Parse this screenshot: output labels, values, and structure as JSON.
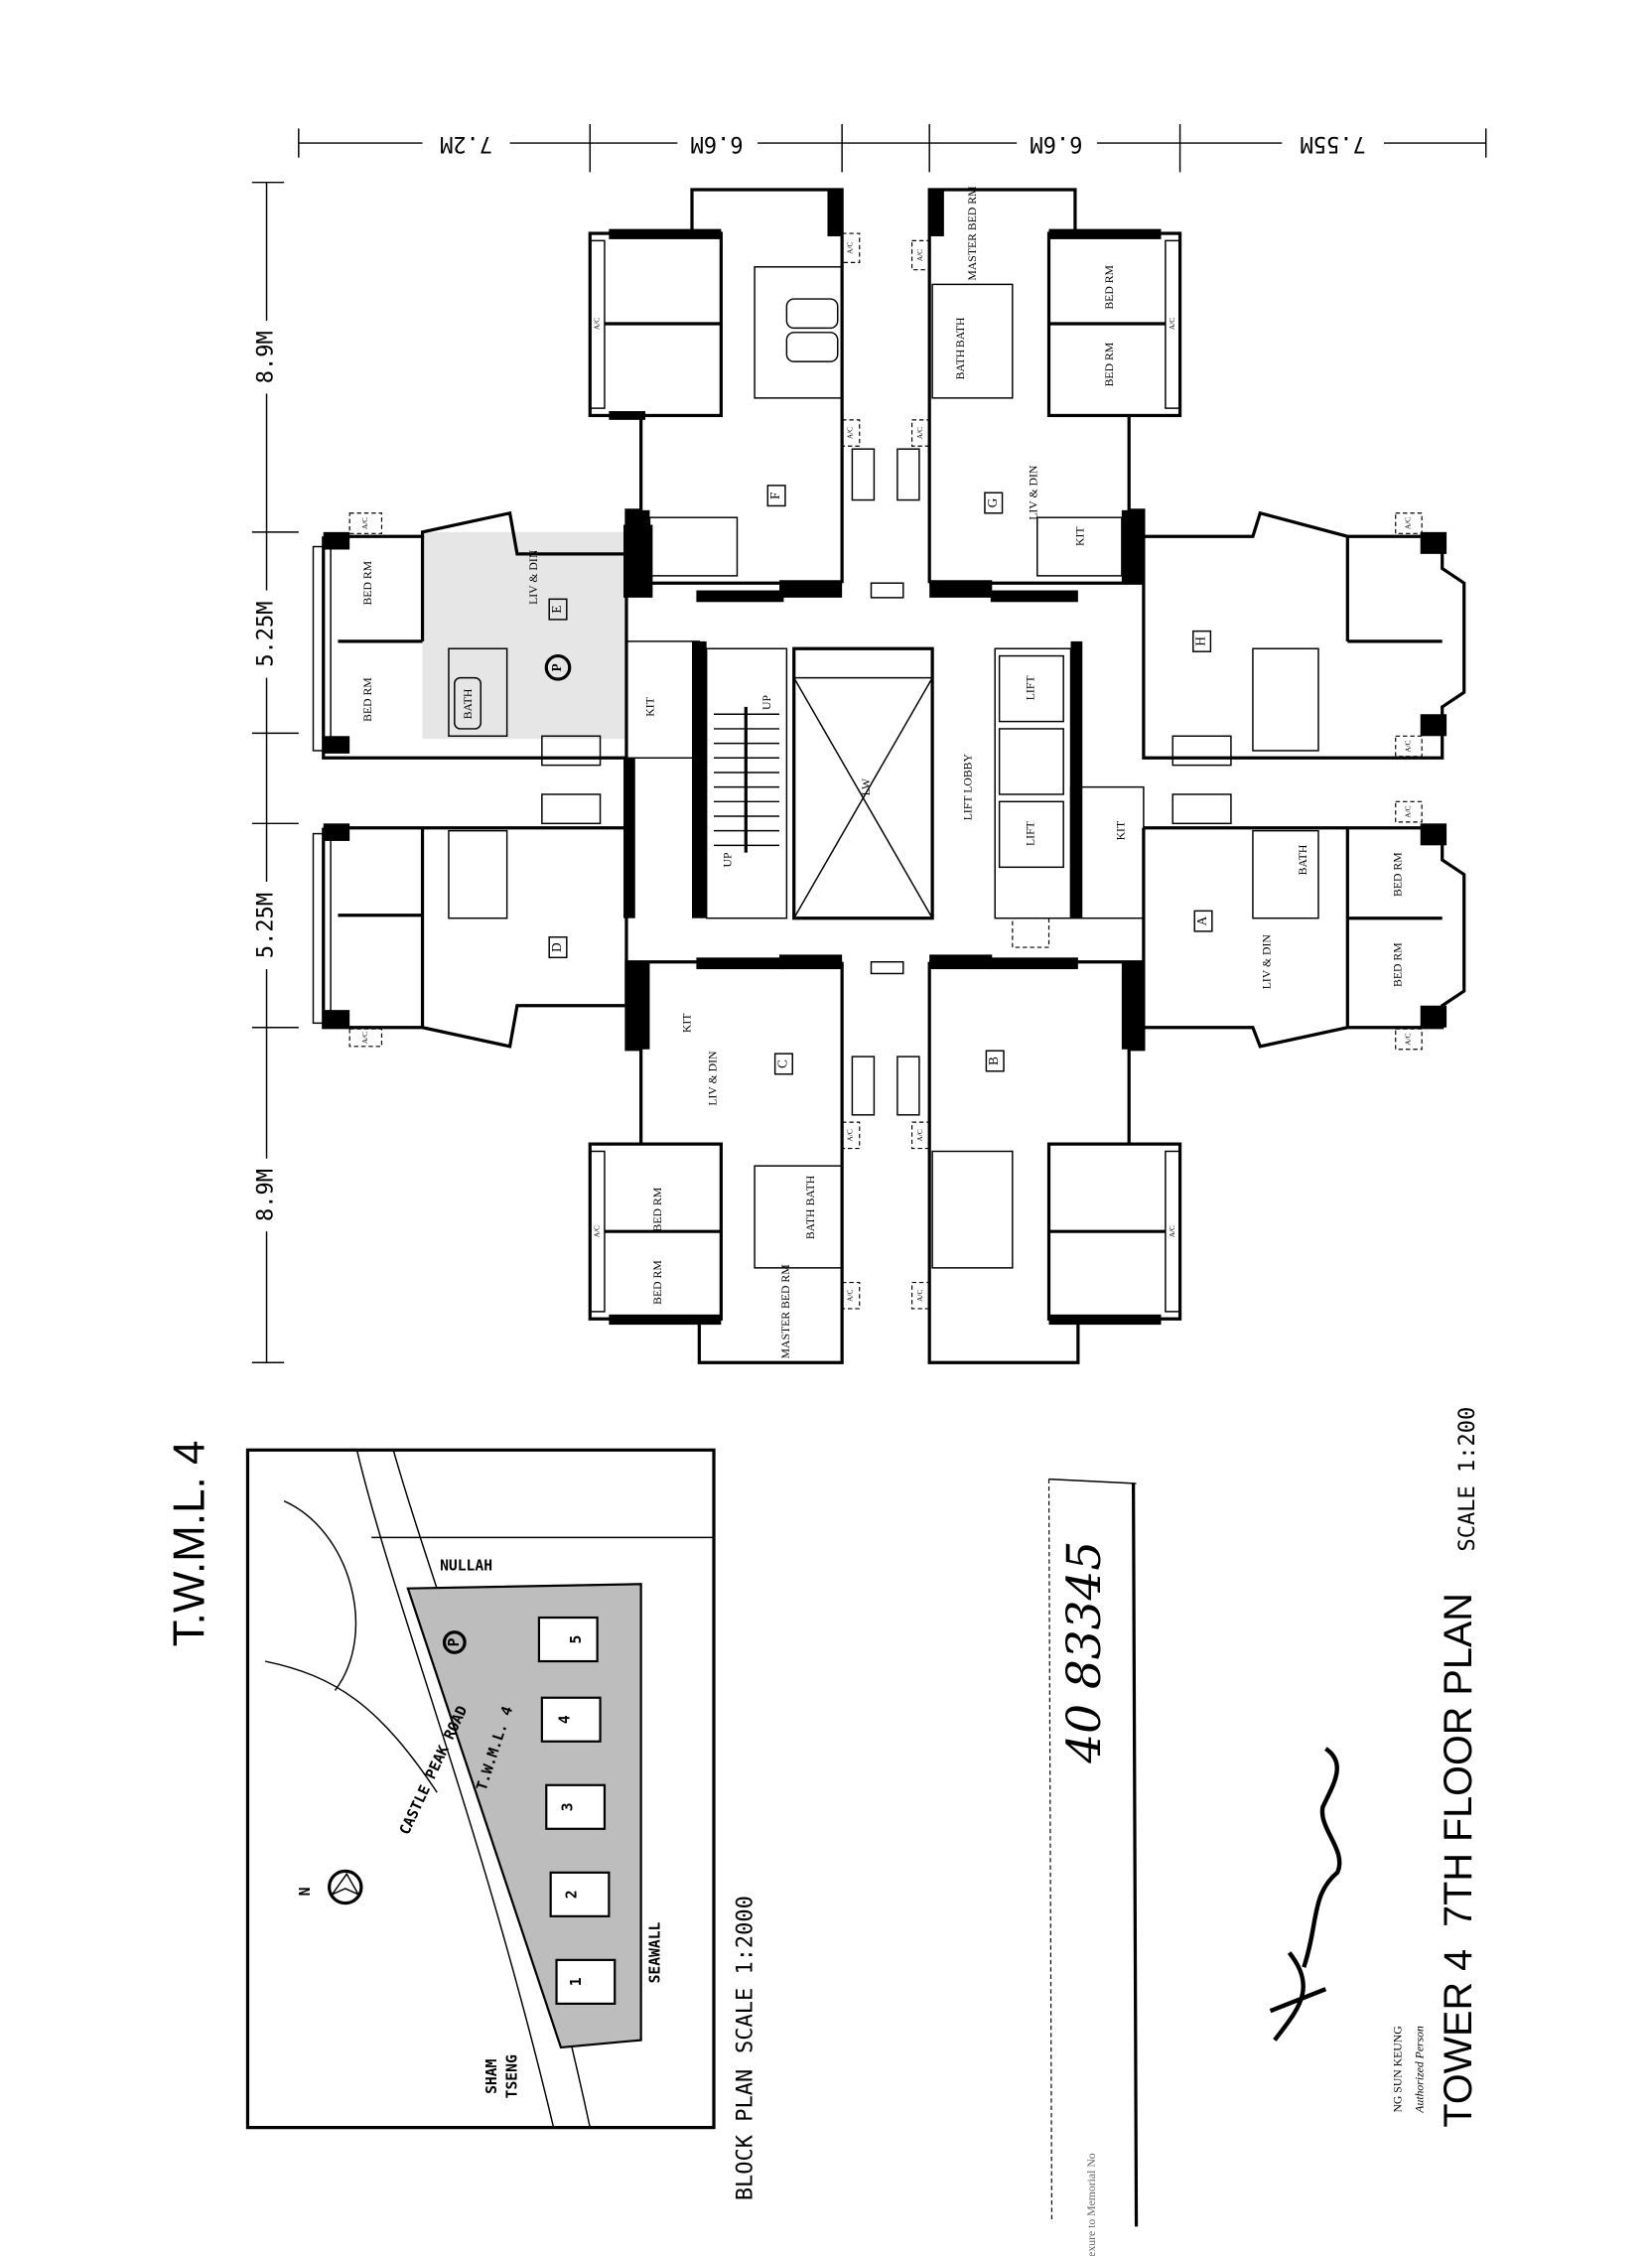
{
  "document": {
    "site_title": "T.W.M.L. 4",
    "plan_title": "TOWER 4  7TH FLOOR PLAN",
    "plan_scale": "SCALE 1:200",
    "annexure_label": "Annexure to Memorial No",
    "memorial_number": "40 83345",
    "signatory_name": "NG SUN KEUNG",
    "signatory_role": "Authorized Person"
  },
  "dimensions": {
    "top": [
      "7.2M",
      "6.6M",
      "6.6M",
      "7.55M"
    ],
    "left": [
      "8.9M",
      "5.25M",
      "5.25M",
      "8.9M"
    ]
  },
  "block_plan": {
    "title": "BLOCK PLAN",
    "scale": "SCALE 1:2000",
    "nullah": "NULLAH",
    "road": "CASTLE PEAK ROAD",
    "seawall": "SEAWALL",
    "sham": "SHAM",
    "tseng": "TSENG",
    "lot": "T.W.M.L. 4",
    "north": "N",
    "parking": "P",
    "towers": [
      "1",
      "2",
      "3",
      "4",
      "5"
    ]
  },
  "floor_plan": {
    "units": [
      "F",
      "G",
      "E",
      "H",
      "D",
      "A",
      "C",
      "B"
    ],
    "parking": "P",
    "rooms": [
      "MASTER BED RM",
      "BED RM",
      "BED RM",
      "BATH",
      "BATH",
      "LIV & DIN",
      "KIT",
      "BED RM",
      "BED RM",
      "LIV & DIN",
      "BATH",
      "KIT",
      "LW",
      "LIFT LOBBY",
      "LIFT",
      "LIFT",
      "UP",
      "UP",
      "KIT",
      "BATH",
      "BED RM",
      "BED RM",
      "LIV & DIN",
      "KIT",
      "LIV & DIN",
      "BED RM",
      "BED RM",
      "BATH",
      "BATH",
      "MASTER BED RM"
    ],
    "ac_label": "A/C"
  }
}
